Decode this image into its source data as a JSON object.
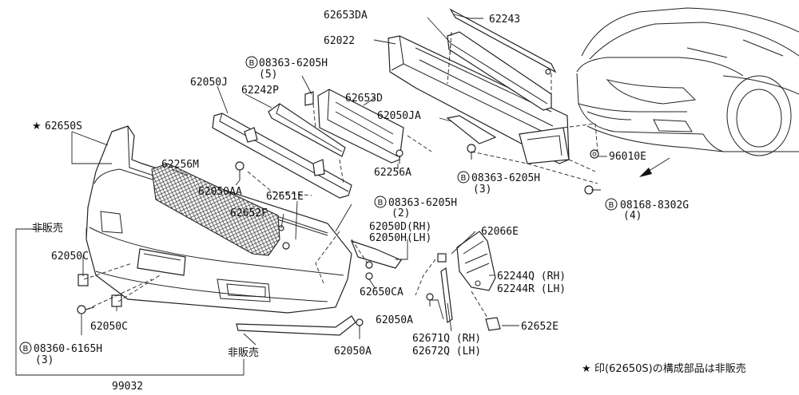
{
  "labels": {
    "p62653DA": "62653DA",
    "p62243": "62243",
    "p62022": "62022",
    "bolt_a_num": "08363-6205H",
    "bolt_a_qty": "(5)",
    "p62050J": "62050J",
    "p62242P": "62242P",
    "p62653D": "62653D",
    "p62050JA": "62050JA",
    "p62650S": "62650S",
    "p62256M": "62256M",
    "p62050AA": "62050AA",
    "p62256A": "62256A",
    "bolt_b_num": "08363-6205H",
    "bolt_b_qty": "(3)",
    "p96010E": "96010E",
    "bolt_c_num": "08168-8302G",
    "bolt_c_qty": "(4)",
    "p62651E": "62651E",
    "p62652F": "62652F",
    "bolt_d_num": "08363-6205H",
    "bolt_d_qty": "(2)",
    "p62050D": "62050D(RH)",
    "p62050H": "62050H(LH)",
    "p62066E": "62066E",
    "nfs_left": "非販売",
    "p62050C_top": "62050C",
    "p62244Q": "62244Q (RH)",
    "p62244R": "62244R (LH)",
    "p62650CA": "62650CA",
    "p62050A_mid": "62050A",
    "p62050C_bot": "62050C",
    "p62652E": "62652E",
    "p62671Q": "62671Q (RH)",
    "p62672Q": "62672Q (LH)",
    "bolt_e_num": "08360-6165H",
    "bolt_e_qty": "(3)",
    "nfs_bottom": "非販売",
    "p62050A_bot": "62050A",
    "p99032": "99032",
    "footnote": "印(62650S)の構成部品は非販売",
    "circle_b": "B",
    "star": "★"
  }
}
